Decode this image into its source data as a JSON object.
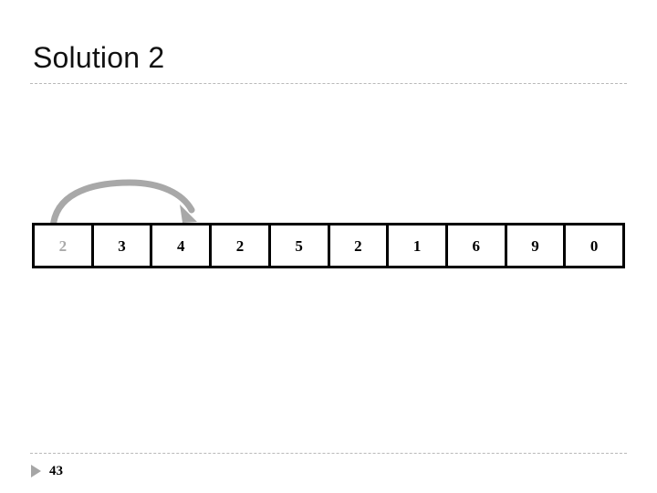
{
  "slide": {
    "title": "Solution 2",
    "page_number": "43",
    "background_color": "#ffffff",
    "rule_color": "#b9b9b9",
    "footer_marker_icon": "triangle-right-icon",
    "footer_marker_color": "#a6a6a6"
  },
  "array": {
    "border_color": "#000000",
    "cells": [
      {
        "value": "2",
        "state": "dimmed",
        "color": "#aaaaaa"
      },
      {
        "value": "3",
        "state": "normal",
        "color": "#000000"
      },
      {
        "value": "4",
        "state": "normal",
        "color": "#000000"
      },
      {
        "value": "2",
        "state": "normal",
        "color": "#000000"
      },
      {
        "value": "5",
        "state": "normal",
        "color": "#000000"
      },
      {
        "value": "2",
        "state": "normal",
        "color": "#000000"
      },
      {
        "value": "1",
        "state": "normal",
        "color": "#000000"
      },
      {
        "value": "6",
        "state": "normal",
        "color": "#000000"
      },
      {
        "value": "9",
        "state": "normal",
        "color": "#000000"
      },
      {
        "value": "0",
        "state": "normal",
        "color": "#000000"
      }
    ]
  },
  "annotation": {
    "arrow_icon": "curved-arrow-right-icon",
    "arrow_color": "#a8a8a8",
    "from_cell_index": 0,
    "to_cell_index": 2
  }
}
